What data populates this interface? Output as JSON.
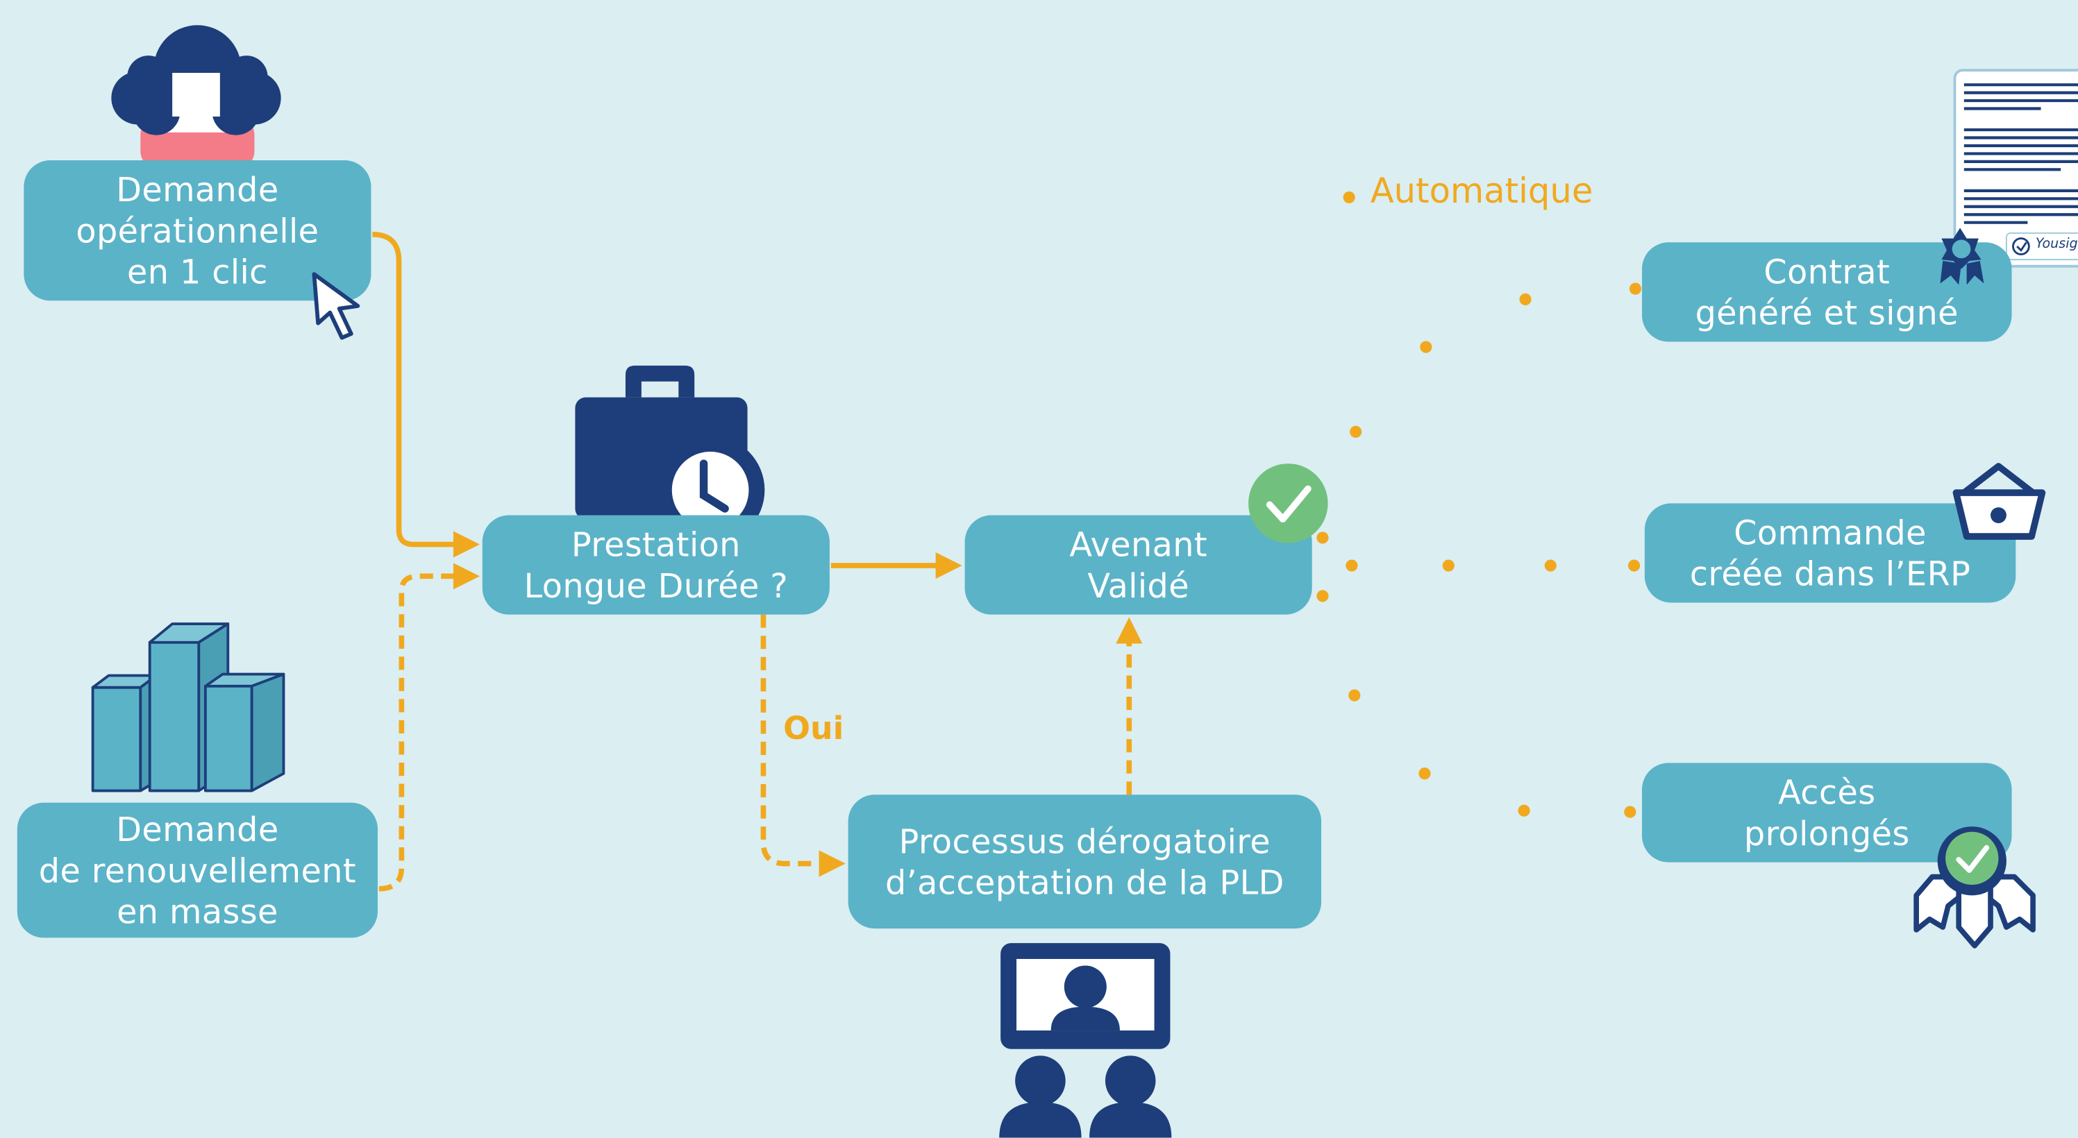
{
  "colors": {
    "background": "#dbeef2",
    "node_fill": "#5bb3c8",
    "node_text": "#ffffff",
    "arrow": "#f0a91e",
    "icon_navy": "#1d3e7a",
    "check_green": "#72c07e",
    "pink": "#f47b88"
  },
  "nodes": {
    "demande_1clic": [
      "Demande",
      "opérationnelle",
      "en 1 clic"
    ],
    "demande_masse": [
      "Demande",
      "de renouvellement",
      "en masse"
    ],
    "prestation": [
      "Prestation",
      "Longue Durée ?"
    ],
    "avenant": [
      "Avenant",
      "Validé"
    ],
    "processus": [
      "Processus dérogatoire",
      "d’acceptation de la PLD"
    ],
    "contrat": [
      "Contrat",
      "généré et signé"
    ],
    "commande": [
      "Commande",
      "créée dans l’ERP"
    ],
    "acces": [
      "Accès",
      "prolongés"
    ]
  },
  "labels": {
    "oui": "Oui",
    "automatique": "Automatique",
    "doc_signature": "Yousign"
  },
  "icons": [
    "person-icon",
    "cursor-icon",
    "buildings-icon",
    "briefcase-clock-icon",
    "check-badge-icon",
    "contract-document-icon",
    "award-ribbon-icon",
    "basket-icon",
    "keys-icon",
    "video-meeting-icon"
  ]
}
